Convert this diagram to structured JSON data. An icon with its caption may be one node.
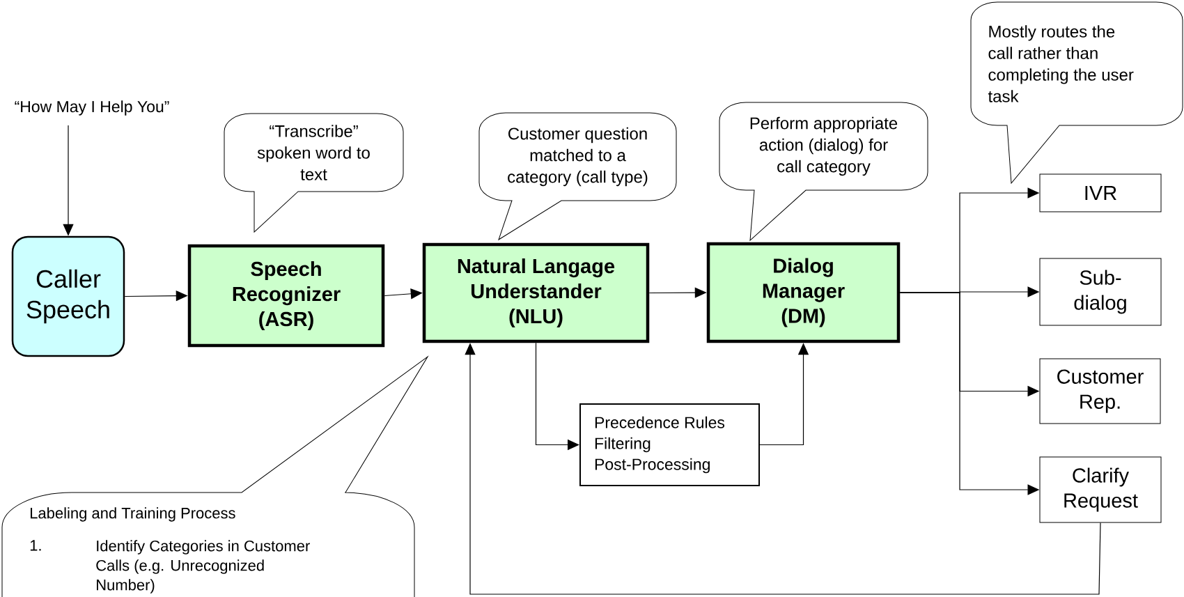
{
  "diagram": {
    "nodes": [
      {
        "text": [
          "“How May I Help You”"
        ]
      },
      {
        "text": [
          "Caller Speech"
        ]
      },
      {
        "text": [
          "Speech Recognizer (ASR)"
        ]
      },
      {
        "text": [
          "Natural Langage Understander (NLU)"
        ]
      },
      {
        "text": [
          "Dialog Manager (DM)"
        ]
      },
      {
        "text": [
          "Precedence Rules",
          "Filtering",
          "Post-Processing"
        ]
      },
      {
        "text": [
          "IVR"
        ]
      },
      {
        "text": [
          "Sub-dialog"
        ]
      },
      {
        "text": [
          "Customer Rep."
        ]
      },
      {
        "text": [
          "Clarify Request"
        ]
      },
      {
        "text": [
          "“Transcribe” spoken word to text"
        ]
      },
      {
        "text": [
          "Customer question matched to a category (call type)"
        ]
      },
      {
        "text": [
          "Perform appropriate action (dialog) for call category"
        ]
      },
      {
        "text": [
          "Mostly routes the call rather than completing the user task"
        ]
      },
      {
        "text": [
          "Labeling and Training Process",
          "1.",
          "Identify Categories in Customer Calls (e.g. Unrecognized Number)"
        ]
      }
    ],
    "edges": [
      {
        "from": 0,
        "to": 1,
        "arrow": "to"
      },
      {
        "from": 1,
        "to": 2,
        "arrow": "to"
      },
      {
        "from": 2,
        "to": 3,
        "arrow": "to"
      },
      {
        "from": 3,
        "to": 4,
        "arrow": "to"
      },
      {
        "from": 3,
        "to": 5,
        "arrow": "to"
      },
      {
        "from": 5,
        "to": 4,
        "arrow": "to"
      },
      {
        "from": 4,
        "to": 6,
        "arrow": "to"
      },
      {
        "from": 4,
        "to": 7,
        "arrow": "to"
      },
      {
        "from": 4,
        "to": 8,
        "arrow": "to"
      },
      {
        "from": 4,
        "to": 9,
        "arrow": "to"
      },
      {
        "from": 9,
        "to": 3,
        "arrow": "to"
      }
    ]
  }
}
